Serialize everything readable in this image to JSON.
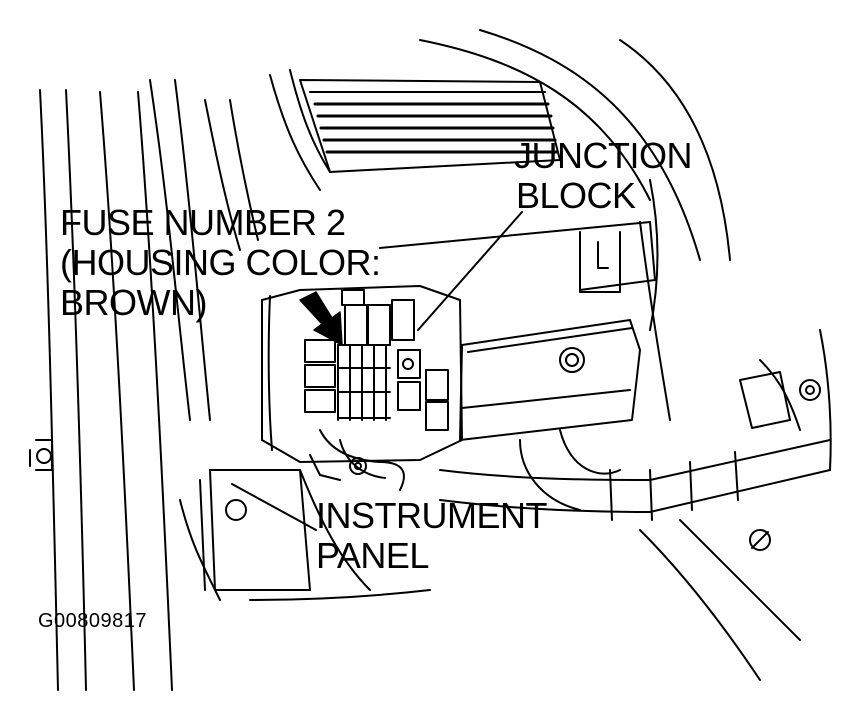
{
  "labels": {
    "junction_block": [
      "JUNCTION",
      "BLOCK"
    ],
    "fuse": [
      "FUSE NUMBER 2",
      "(HOUSING COLOR:",
      "BROWN)"
    ],
    "instrument_panel": [
      "INSTRUMENT",
      "PANEL"
    ]
  },
  "figure_id": "G00809817"
}
